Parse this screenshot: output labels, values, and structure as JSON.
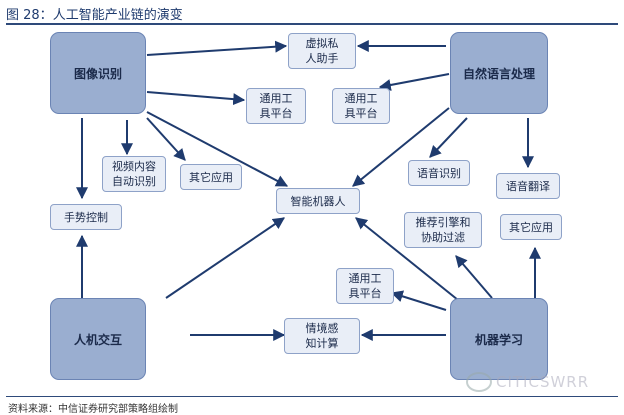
{
  "title": {
    "number": "图 28：",
    "text": "人工智能产业链的演变"
  },
  "nodes": {
    "image_recognition": "图像识别",
    "nlp": "自然语言处理",
    "hci": "人机交互",
    "ml": "机器学习",
    "virtual_assistant": "虚拟私\n人助手",
    "general_platform_1": "通用工\n具平台",
    "general_platform_2": "通用工\n具平台",
    "general_platform_3": "通用工\n具平台",
    "video_recognition": "视频内容\n自动识别",
    "other_apps_1": "其它应用",
    "gesture_control": "手势控制",
    "smart_robot": "智能机器人",
    "speech_recognition": "语音识别",
    "speech_translation": "语音翻译",
    "recommendation": "推荐引擎和\n协助过滤",
    "other_apps_2": "其它应用",
    "context_awareness": "情境感\n知计算"
  },
  "source": "资料来源：中信证券研究部策略组绘制",
  "watermark": "CITICSWRR",
  "colors": {
    "big_box": "#9aaed0",
    "small_box": "#e9eef7",
    "arrow": "#1f3b6e"
  }
}
